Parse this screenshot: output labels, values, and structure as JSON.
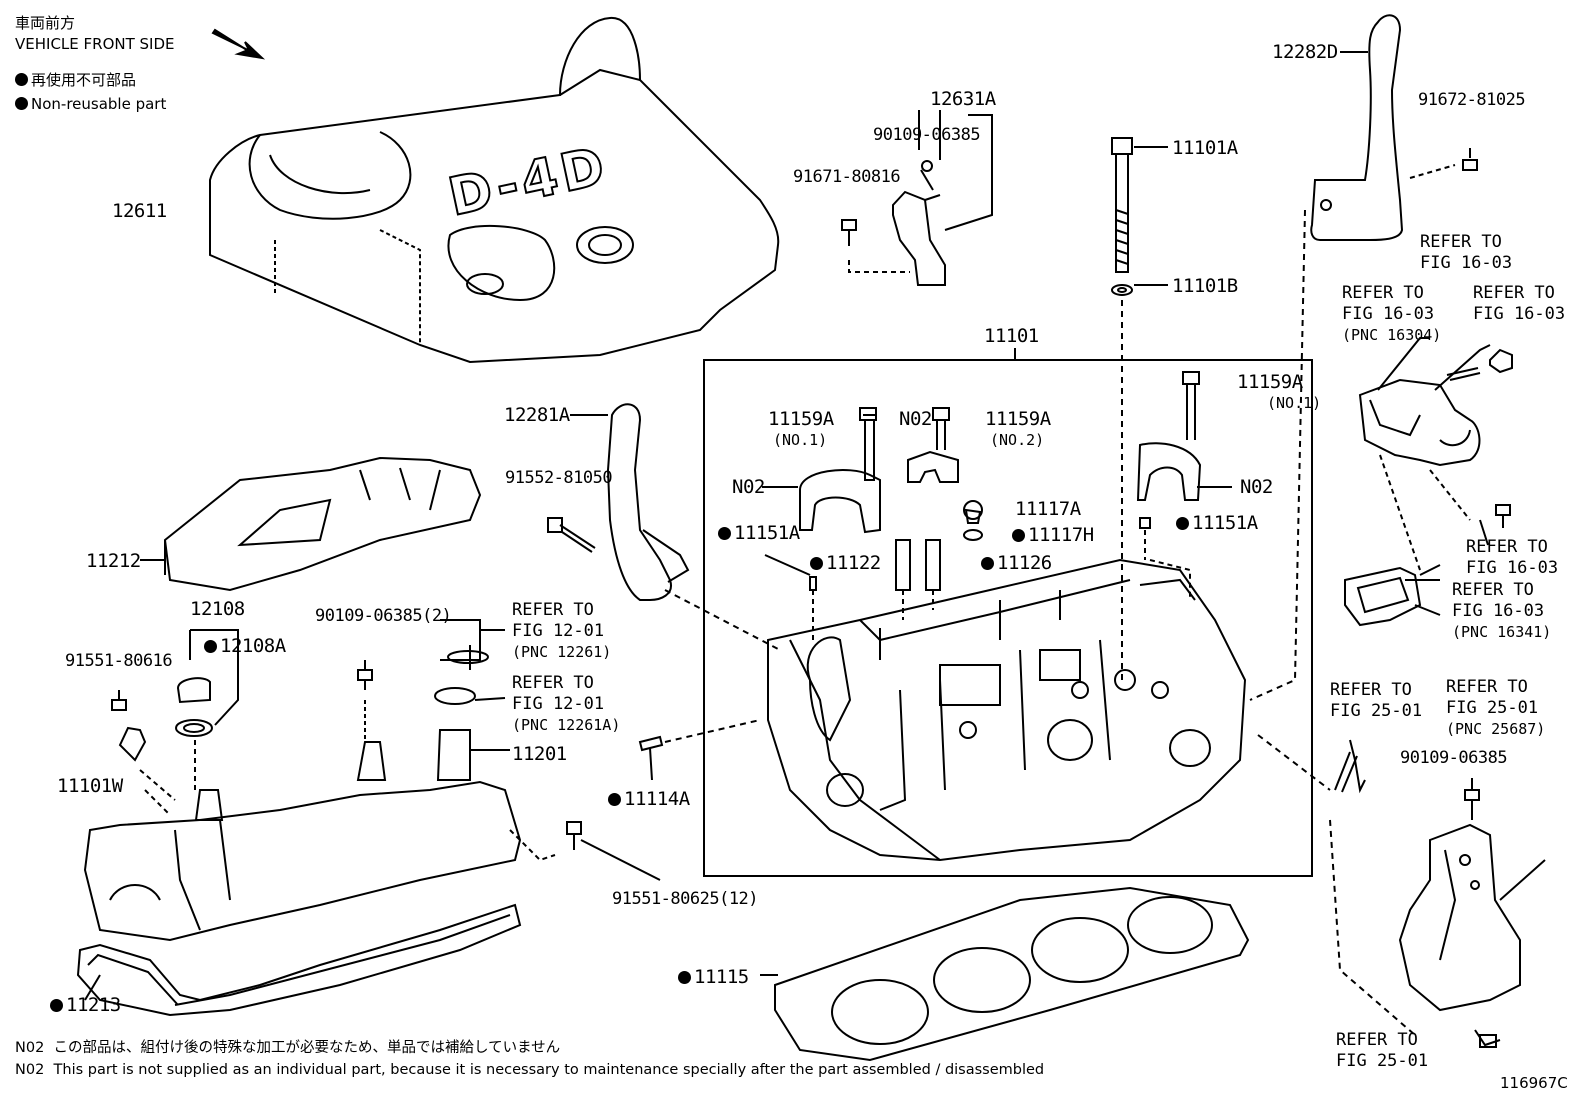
{
  "legend": {
    "jp_front": "車両前方",
    "en_front": "VEHICLE FRONT SIDE",
    "jp_nonreuse": "再使用不可部品",
    "en_nonreuse": "Non-reusable part"
  },
  "labels": {
    "p12611": "12611",
    "p12631A": "12631A",
    "p90109_06385_top": "90109-06385",
    "p91671_80816": "91671-80816",
    "p11101A": "11101A",
    "p11101B": "11101B",
    "p12282D": "12282D",
    "p91672_81025": "91672-81025",
    "p11101": "11101",
    "p12281A": "12281A",
    "p91552_81050": "91552-81050",
    "p11159A_1": "11159A",
    "p11159A_1_sub": "(NO.1)",
    "pN02_mid": "N02",
    "p11159A_2": "11159A",
    "p11159A_2_sub": "(NO.2)",
    "p11159A_3": "11159A",
    "p11159A_3_sub": "(NO.1)",
    "pN02_left": "N02",
    "pN02_right": "N02",
    "p11117A": "11117A",
    "p11117H": "11117H",
    "p11151A_left": "11151A",
    "p11151A_right": "11151A",
    "p11122": "11122",
    "p11126": "11126",
    "p11212": "11212",
    "p12108": "12108",
    "p12108A": "12108A",
    "p91551_80616": "91551-80616",
    "p90109_06385_2": "90109-06385(2)",
    "p11101W": "11101W",
    "p11201": "11201",
    "p11114A": "11114A",
    "p91551_80625": "91551-80625(12)",
    "p11115": "11115",
    "p11213": "11213",
    "p90109_06385_right": "90109-06385",
    "diagram_id": "116967C"
  },
  "refs": {
    "r1": {
      "l1": "REFER TO",
      "l2": "FIG 12-01",
      "l3": "(PNC 12261)"
    },
    "r2": {
      "l1": "REFER TO",
      "l2": "FIG 12-01",
      "l3": "(PNC 12261A)"
    },
    "r3": {
      "l1": "REFER TO",
      "l2": "FIG 16-03"
    },
    "r4": {
      "l1": "REFER TO",
      "l2": "FIG 16-03",
      "l3": "(PNC 16304)"
    },
    "r5": {
      "l1": "REFER TO",
      "l2": "FIG 16-03"
    },
    "r6": {
      "l1": "REFER TO",
      "l2": "FIG 16-03"
    },
    "r7": {
      "l1": "REFER TO",
      "l2": "FIG 16-03",
      "l3": "(PNC 16341)"
    },
    "r8": {
      "l1": "REFER TO",
      "l2": "FIG 25-01"
    },
    "r9": {
      "l1": "REFER TO",
      "l2": "FIG 25-01",
      "l3": "(PNC 25687)"
    },
    "r10": {
      "l1": "REFER TO",
      "l2": "FIG 25-01"
    }
  },
  "cover_badge": "D-4D",
  "notes": {
    "jp_code": "N02",
    "jp_text": "この部品は、組付け後の特殊な加工が必要なため、単品では補給していません",
    "en_code": "N02",
    "en_text": "This part is not supplied as an individual part, because it is necessary to maintenance specially after the part assembled / disassembled"
  }
}
